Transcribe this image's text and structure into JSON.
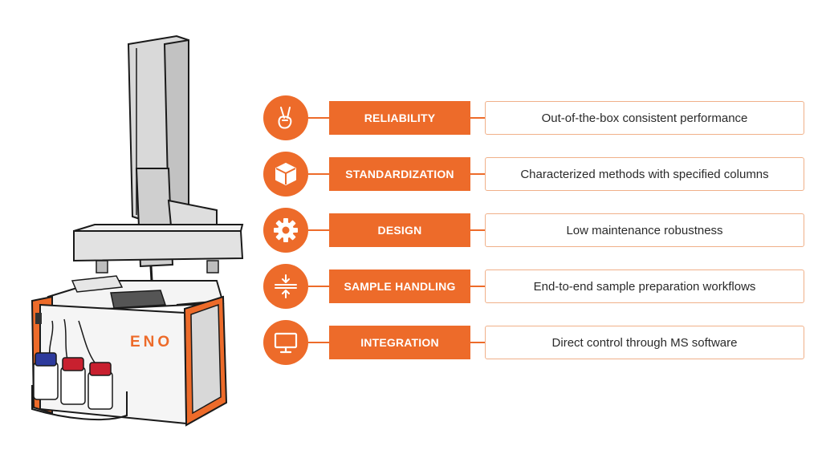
{
  "colors": {
    "accent": "#ed6b2a",
    "outline": "#f0b089",
    "text": "#2a2a2a"
  },
  "instrument": {
    "brand_logo": "ENO"
  },
  "features": [
    {
      "icon": "peace-hand-icon",
      "label": "RELIABILITY",
      "description": "Out-of-the-box consistent performance"
    },
    {
      "icon": "cube-icon",
      "label": "STANDARDIZATION",
      "description": "Characterized methods with specified columns"
    },
    {
      "icon": "gear-icon",
      "label": "DESIGN",
      "description": "Low maintenance robustness"
    },
    {
      "icon": "compress-arrows-icon",
      "label": "SAMPLE HANDLING",
      "description": "End-to-end sample preparation workflows"
    },
    {
      "icon": "monitor-icon",
      "label": "INTEGRATION",
      "description": "Direct control through MS software"
    }
  ]
}
